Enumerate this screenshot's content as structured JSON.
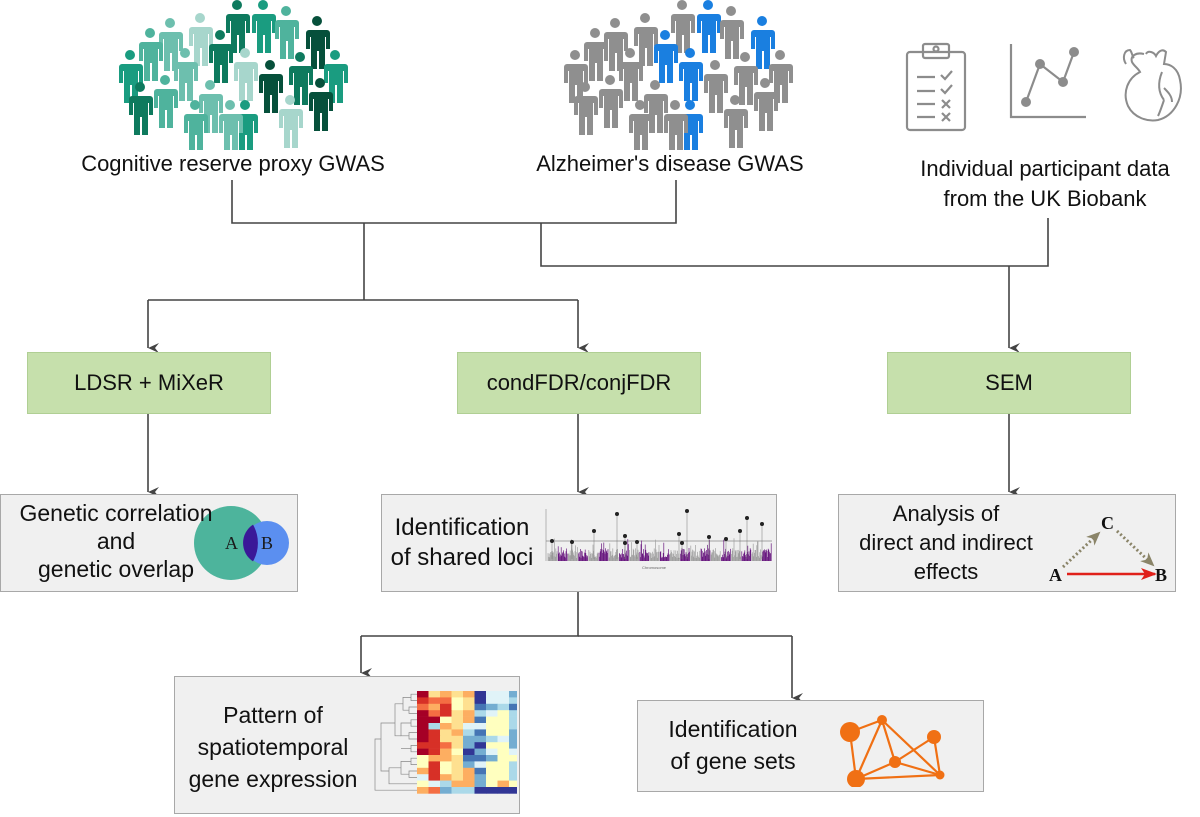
{
  "sources": [
    {
      "id": "cognitive",
      "label": "Cognitive reserve proxy GWAS",
      "icon": "people-crowd-green-icon"
    },
    {
      "id": "alzheimers",
      "label": "Alzheimer's disease GWAS",
      "icon": "people-crowd-blue-grey-icon"
    },
    {
      "id": "ukbiobank",
      "label_lines": [
        "Individual participant data",
        "from the UK Biobank"
      ],
      "icons": [
        "clipboard-checklist-icon",
        "line-chart-icon",
        "heart-icon"
      ]
    }
  ],
  "methods": [
    {
      "id": "ldsr",
      "label": "LDSR + MiXeR"
    },
    {
      "id": "condfdr",
      "label": "condFDR/conjFDR"
    },
    {
      "id": "sem",
      "label": "SEM"
    }
  ],
  "outputs": {
    "genetic": {
      "lines": [
        "Genetic correlation",
        "and",
        "genetic overlap"
      ],
      "venn": {
        "a": "A",
        "b": "B"
      }
    },
    "loci": {
      "lines": [
        "Identification",
        "of shared loci"
      ],
      "xlabel": "Chromosome"
    },
    "effects": {
      "lines": [
        "Analysis of",
        "direct and indirect",
        "effects"
      ],
      "nodes": {
        "a": "A",
        "b": "B",
        "c": "C"
      }
    },
    "expression": {
      "lines": [
        "Pattern of",
        "spatiotemporal",
        "gene expression"
      ]
    },
    "genesets": {
      "lines": [
        "Identification",
        "of gene sets"
      ]
    }
  },
  "colors": {
    "green_crowd": [
      "#0e7a5e",
      "#1a9c80",
      "#4fb39d",
      "#6dbfae",
      "#a7d6cc",
      "#06503b"
    ],
    "blue": "#1a7fe0",
    "grey": "#8f8f8f",
    "method_fill": "#c6e0ac",
    "output_fill": "#f0f0f0",
    "orange": "#f07014",
    "red_arrow": "#e0201a",
    "olive_arrow": "#8a8468"
  }
}
